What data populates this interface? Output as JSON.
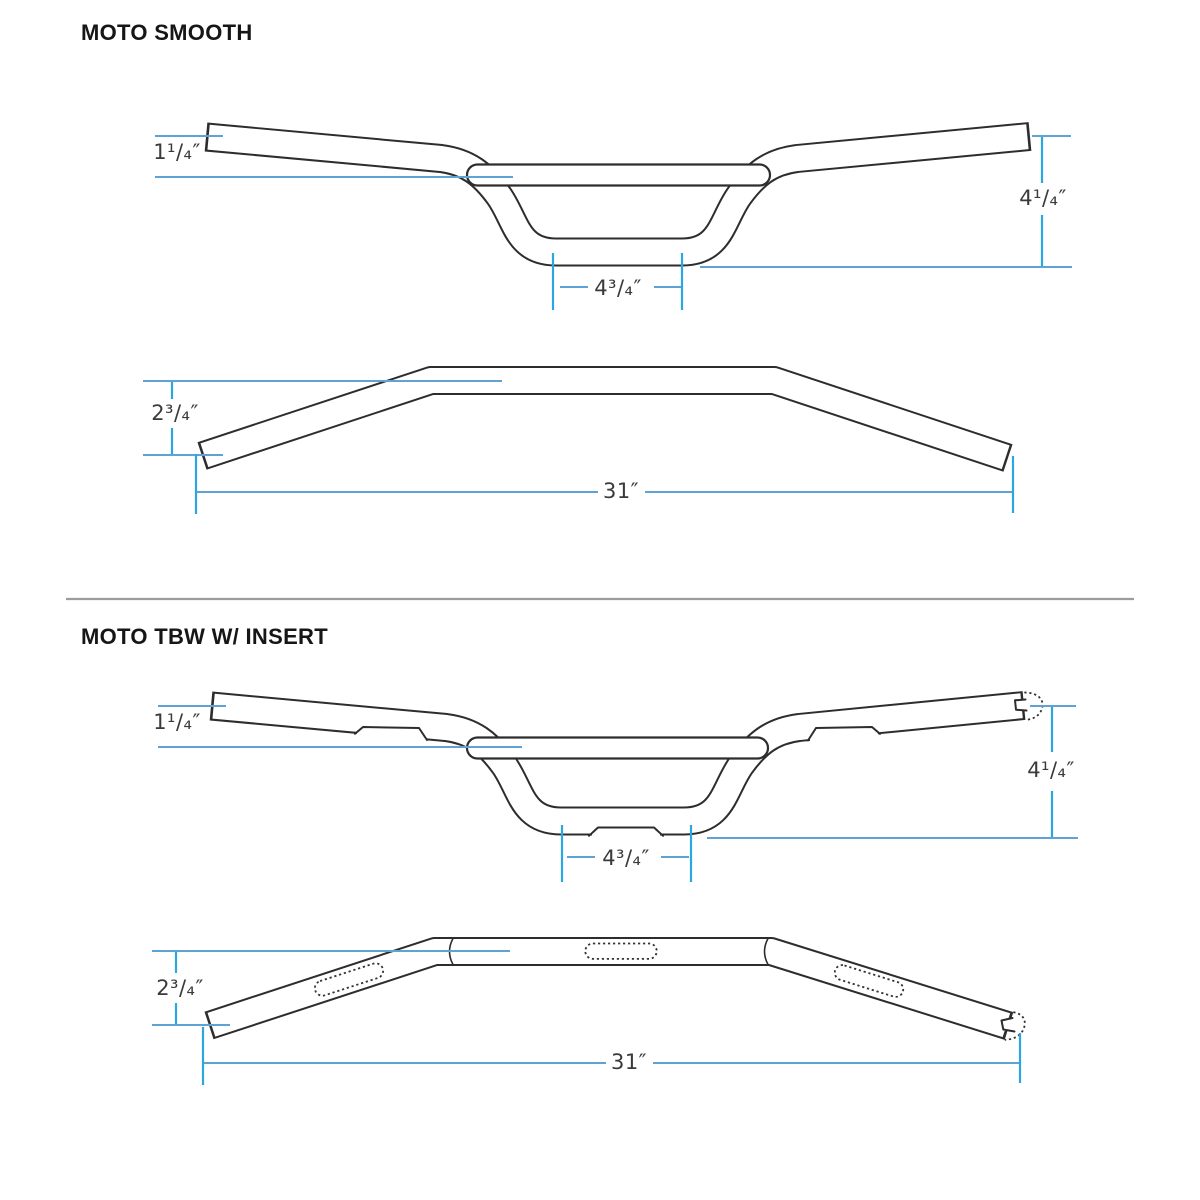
{
  "sections": [
    {
      "title": "MOTO SMOOTH",
      "front_view": {
        "grip_rise": "1¹/₄″",
        "clamp_width": "4³/₄″",
        "bar_height": "4¹/₄″"
      },
      "top_view": {
        "sweep": "2³/₄″",
        "overall_width": "31″"
      }
    },
    {
      "title": "MOTO TBW W/ INSERT",
      "front_view": {
        "grip_rise": "1¹/₄″",
        "clamp_width": "4³/₄″",
        "bar_height": "4¹/₄″"
      },
      "top_view": {
        "sweep": "2³/₄″",
        "overall_width": "31″"
      }
    }
  ],
  "colors": {
    "dimension_tick_blue": "#2aa7e0",
    "dimension_leader_blue": "#5fa3d4",
    "outline_dark": "#2d2d2d",
    "divider_gray": "#9c9c9c"
  }
}
